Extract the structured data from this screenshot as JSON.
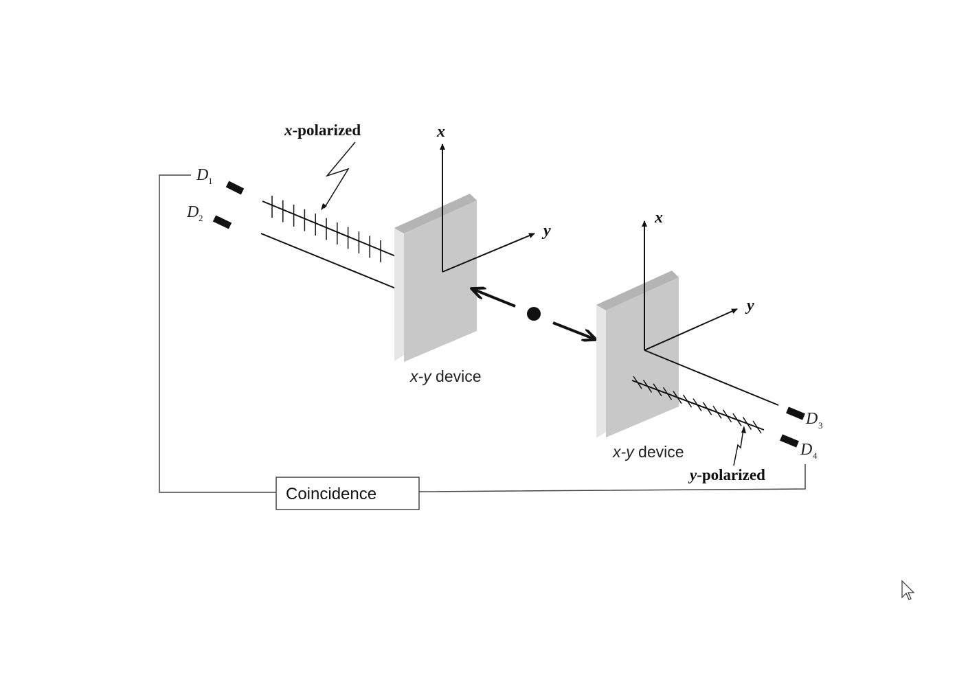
{
  "diagram": {
    "source_label": "",
    "left_device": {
      "label_var": "x-y",
      "label_text": " device",
      "axis_x": "x",
      "axis_y": "y"
    },
    "right_device": {
      "label_var": "x-y",
      "label_text": " device",
      "axis_x": "x",
      "axis_y": "y"
    },
    "left_polarization": {
      "var": "x",
      "text": "-polarized"
    },
    "right_polarization": {
      "var": "y",
      "text": "-polarized"
    },
    "detectors": [
      {
        "letter": "D",
        "sub": "1"
      },
      {
        "letter": "D",
        "sub": "2"
      },
      {
        "letter": "D",
        "sub": "3"
      },
      {
        "letter": "D",
        "sub": "4"
      }
    ],
    "coincidence_label": "Coincidence"
  },
  "colors": {
    "device_face": "#c8c8c8",
    "device_side": "#e6e6e6",
    "device_top": "#b4b4b4",
    "line": "#111111",
    "wire": "#444444"
  },
  "icons": [
    "mouse-cursor-icon"
  ]
}
